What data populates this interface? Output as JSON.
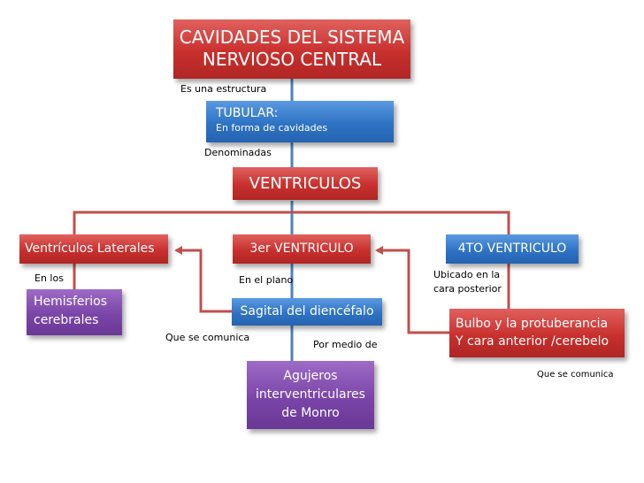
{
  "colors": {
    "red": "#c8302d",
    "blue": "#2f73c4",
    "purple": "#7a45a8",
    "line_blue": "#4f81bd",
    "line_red": "#c0504d"
  },
  "nodes": {
    "title_line1": "CAVIDADES DEL SISTEMA",
    "title_line2": "NERVIOSO CENTRAL",
    "tubular_title": "TUBULAR:",
    "tubular_sub": "En forma de cavidades",
    "ventriculos": "VENTRICULOS",
    "laterales": "Ventrículos Laterales",
    "tercer": "3er  VENTRICULO",
    "cuarto": "4TO VENTRICULO",
    "hemisferios_line1": "Hemisferios",
    "hemisferios_line2": "cerebrales",
    "sagital": "Sagital del diencéfalo",
    "agujeros_line1": "Agujeros",
    "agujeros_line2": "interventriculares",
    "agujeros_line3": "de Monro",
    "bulbo_line1": "Bulbo y la protuberancia",
    "bulbo_line2": "Y cara anterior /cerebelo"
  },
  "labels": {
    "es_una_estructura": "Es una estructura",
    "denominadas": "Denominadas",
    "en_los": "En los",
    "en_el_plano": "En el plano",
    "ubicado_line1": "Ubicado en la",
    "ubicado_line2": "cara posterior",
    "que_se_comunica_left": "Que se comunica",
    "por_medio_de": "Por medio de",
    "que_se_comunica_right": "Que se comunica"
  }
}
